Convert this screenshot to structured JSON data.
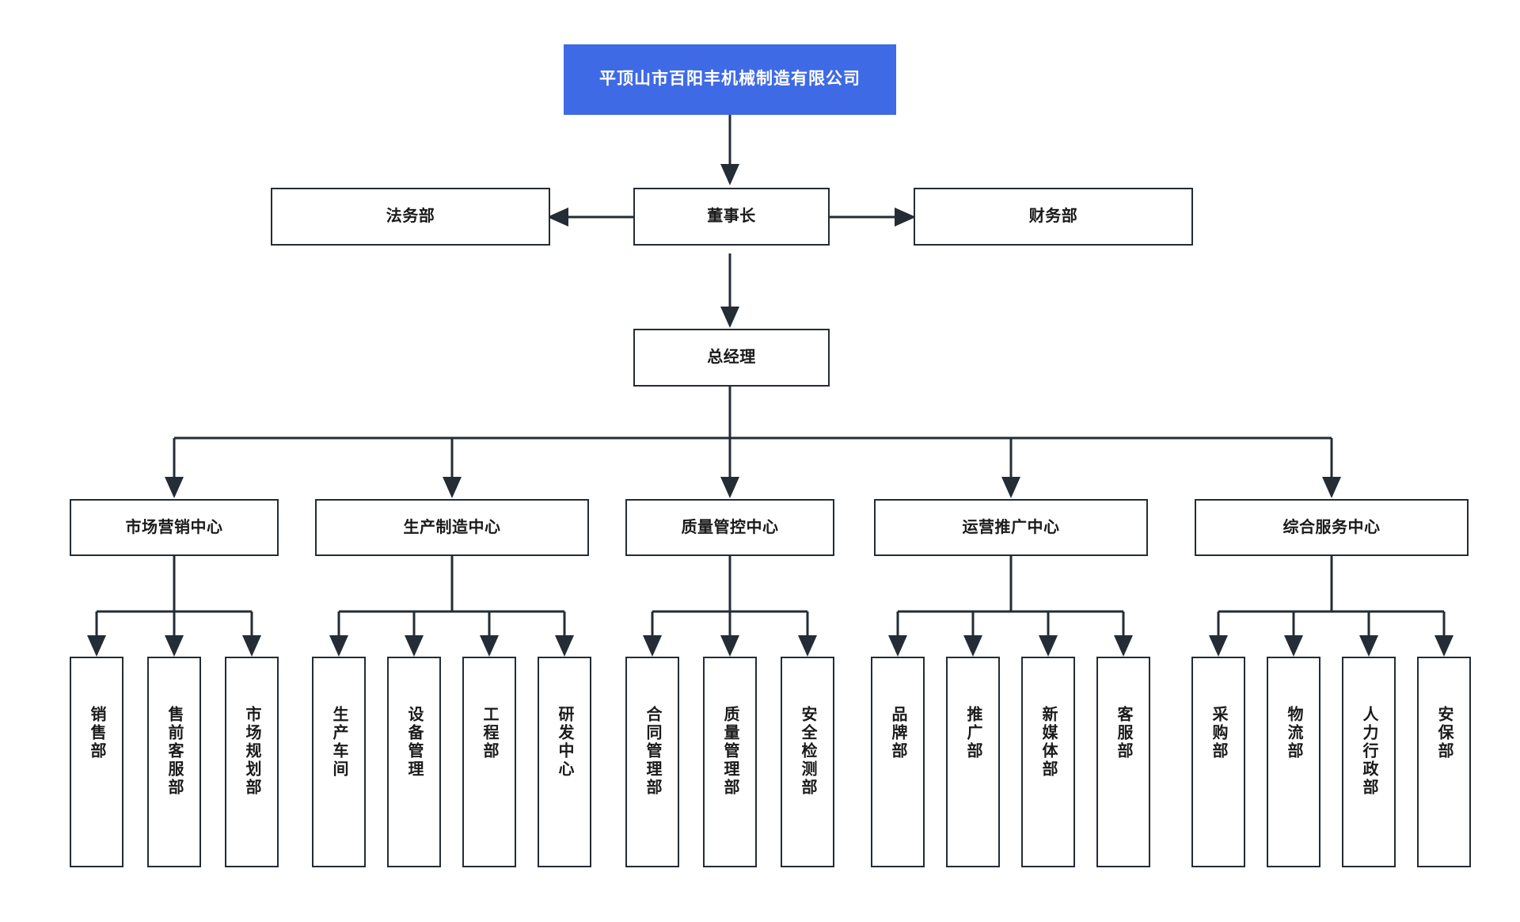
{
  "meta": {
    "diagram_type": "organization-chart",
    "accent_color": "#3f6ae6",
    "border_color": "#242c35",
    "text_color": "#1a1a1a",
    "background_color": "#ffffff"
  },
  "root": {
    "label": "平顶山市百阳丰机械制造有限公司"
  },
  "level2": {
    "chairman": "董事长",
    "legal": "法务部",
    "finance": "财务部"
  },
  "level3": {
    "general_manager": "总经理"
  },
  "centers": [
    {
      "label": "市场营销中心",
      "children": [
        "销售部",
        "售前客服部",
        "市场规划部"
      ]
    },
    {
      "label": "生产制造中心",
      "children": [
        "生产车间",
        "设备管理",
        "工程部",
        "研发中心"
      ]
    },
    {
      "label": "质量管控中心",
      "children": [
        "合同管理部",
        "质量管理部",
        "安全检测部"
      ]
    },
    {
      "label": "运营推广中心",
      "children": [
        "品牌部",
        "推广部",
        "新媒体部",
        "客服部"
      ]
    },
    {
      "label": "综合服务中心",
      "children": [
        "采购部",
        "物流部",
        "人力行政部",
        "安保部"
      ]
    }
  ]
}
